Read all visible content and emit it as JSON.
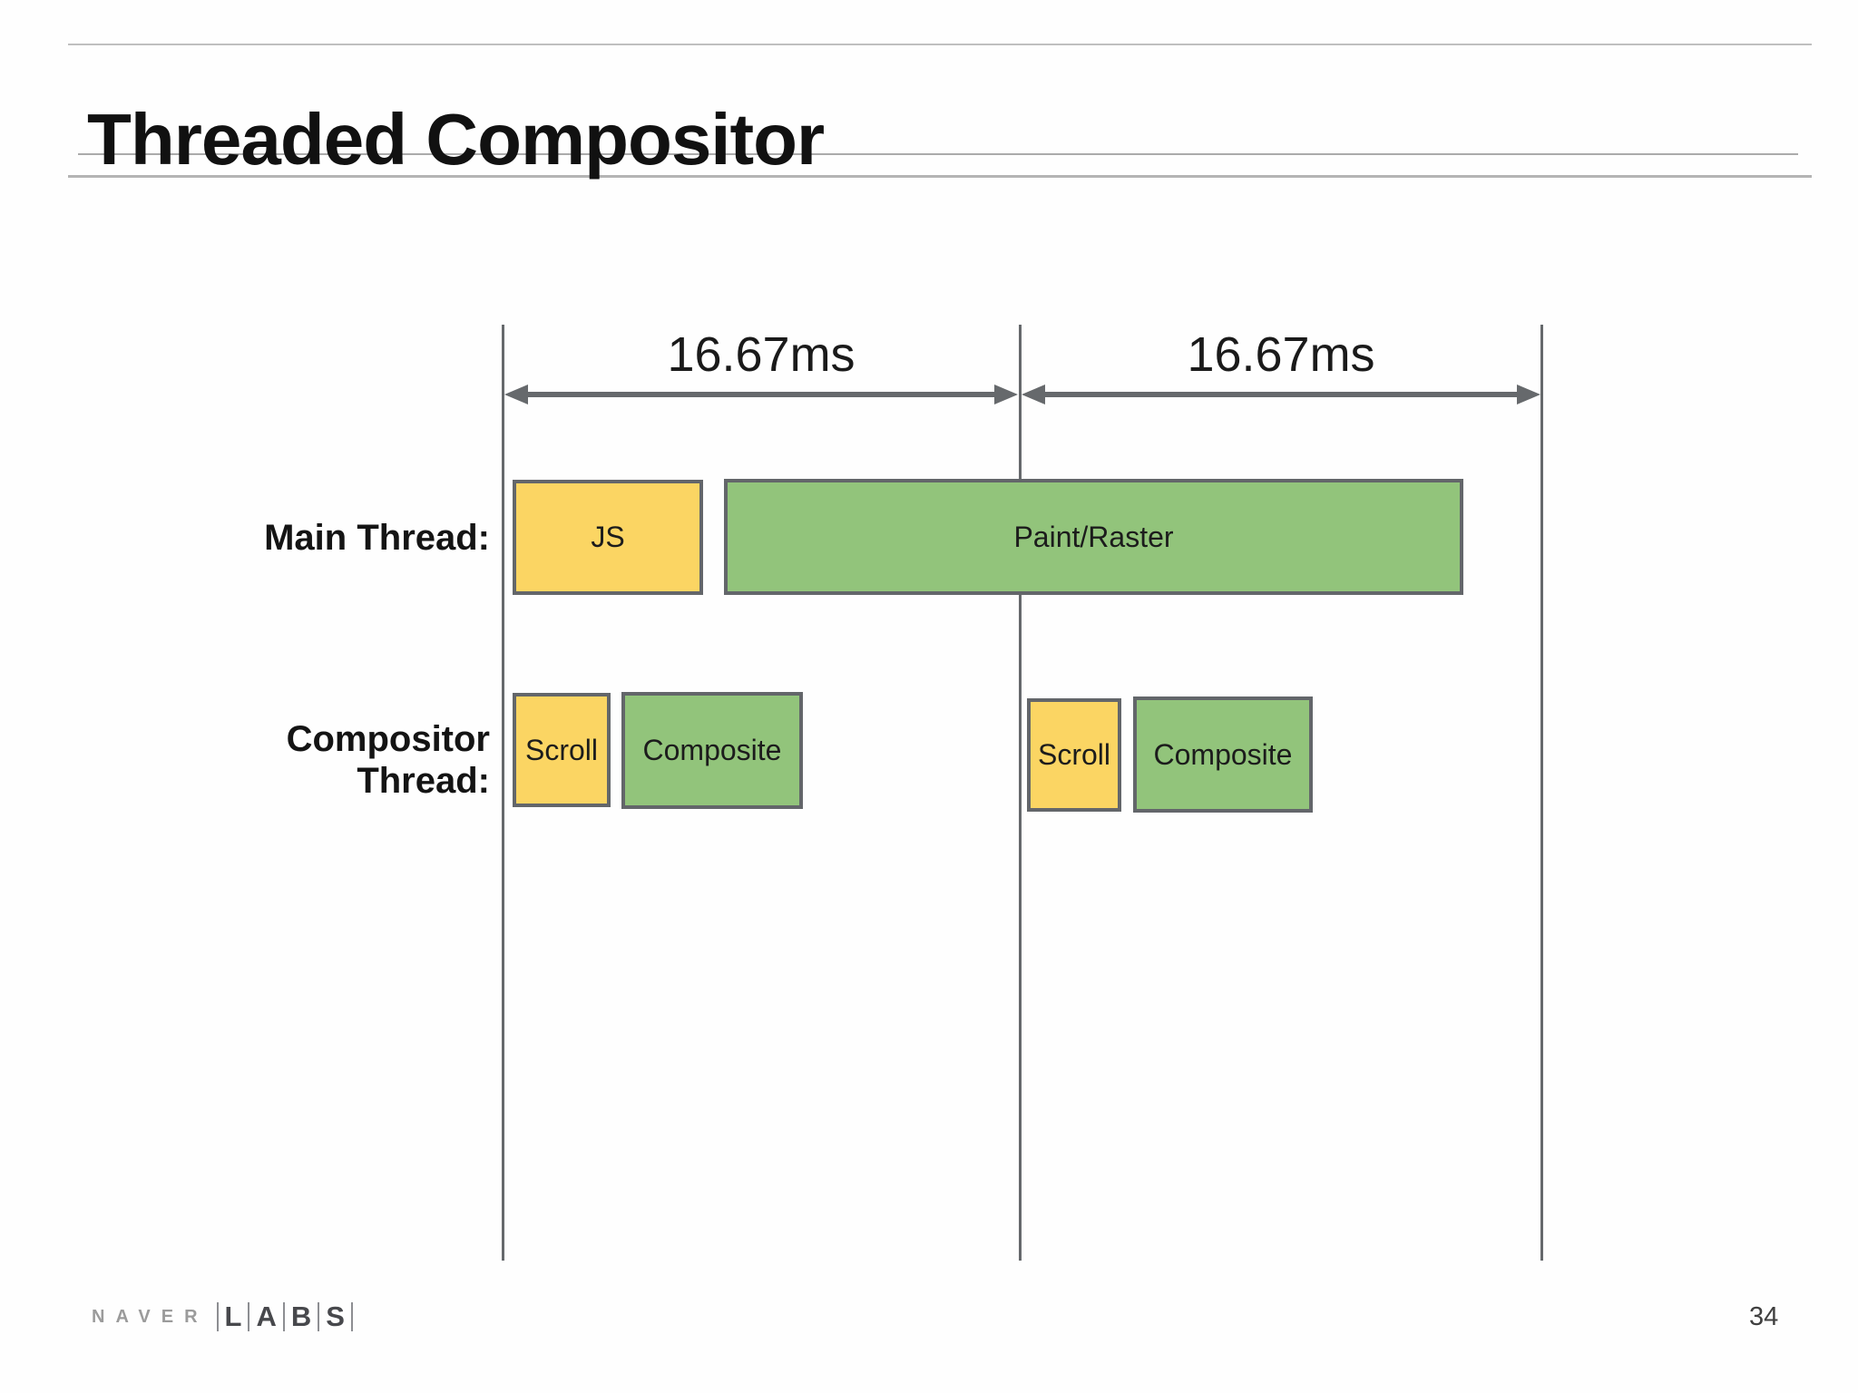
{
  "slide": {
    "title": "Threaded Compositor",
    "page_number": "34"
  },
  "brand": {
    "naver": "NAVER",
    "labs": [
      "L",
      "A",
      "B",
      "S"
    ]
  },
  "diagram": {
    "frames": [
      {
        "duration_label": "16.67ms"
      },
      {
        "duration_label": "16.67ms"
      }
    ],
    "rows": [
      {
        "label": "Main Thread:",
        "blocks": [
          {
            "label": "JS",
            "kind": "yellow"
          },
          {
            "label": "Paint/Raster",
            "kind": "green"
          }
        ]
      },
      {
        "label": "Compositor Thread:",
        "label_lines": [
          "Compositor",
          "Thread:"
        ],
        "blocks": [
          {
            "label": "Scroll",
            "kind": "yellow"
          },
          {
            "label": "Composite",
            "kind": "green"
          },
          {
            "label": "Scroll",
            "kind": "yellow"
          },
          {
            "label": "Composite",
            "kind": "green"
          }
        ]
      }
    ],
    "colors": {
      "task_yellow": "#FBD563",
      "task_green": "#92C47B",
      "block_border": "#63666A",
      "timeline_gray": "#66696C"
    }
  }
}
